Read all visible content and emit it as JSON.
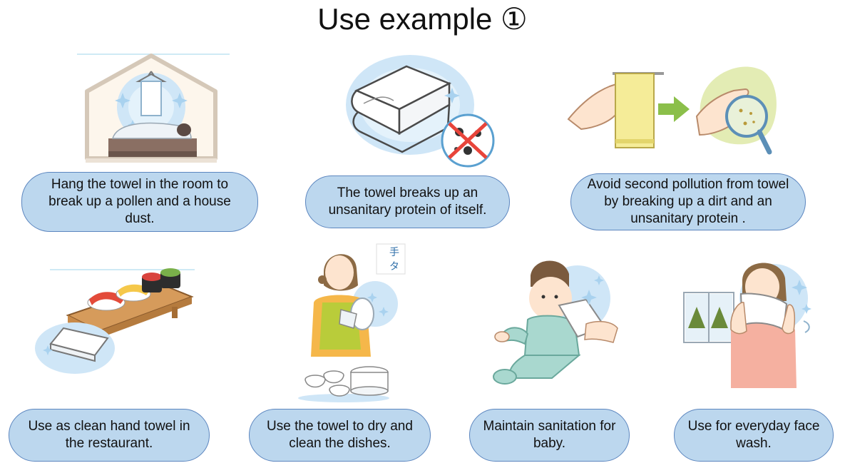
{
  "title": "Use example ①",
  "panels": [
    {
      "caption": "Hang the towel in the room to break up a pollen and a house dust.",
      "icon": "bedroom-towel-icon"
    },
    {
      "caption": "The towel breaks up an unsanitary protein of itself.",
      "icon": "folded-towel-bacteria-icon"
    },
    {
      "caption": "Avoid second pollution from towel by breaking up a dirt and an unsanitary protein .",
      "icon": "hands-towel-magnifier-icon"
    },
    {
      "caption": "Use as clean hand towel in the restaurant.",
      "icon": "sushi-hand-towel-icon"
    },
    {
      "caption": "Use the towel to dry and clean the dishes.",
      "icon": "woman-drying-dishes-icon"
    },
    {
      "caption": "Maintain sanitation for baby.",
      "icon": "baby-towel-icon"
    },
    {
      "caption": "Use for everyday face wash.",
      "icon": "woman-face-towel-icon"
    }
  ],
  "sign_text": "手\nタ",
  "colors": {
    "bubble_fill": "#bcd7ee",
    "bubble_border": "#5c86bf",
    "glow": "#cfe6f7"
  }
}
